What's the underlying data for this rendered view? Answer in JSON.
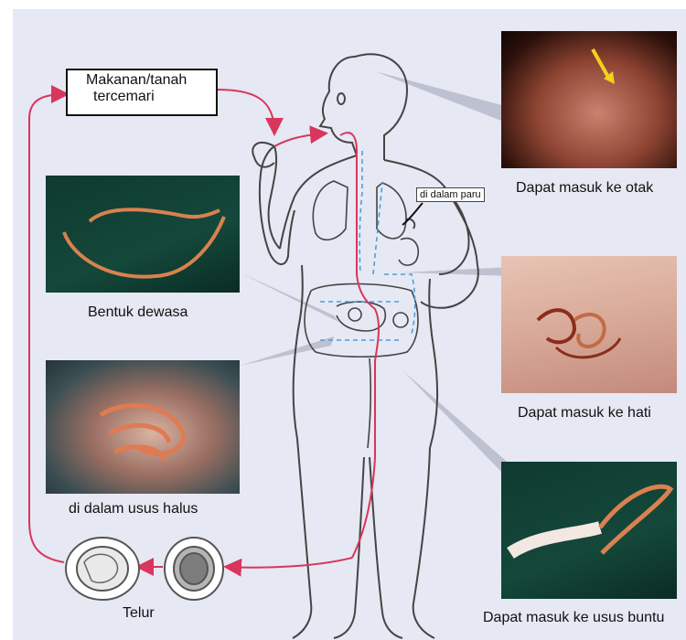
{
  "labels": {
    "food_box_line1": "Makanan/tanah",
    "food_box_line2": "tercemari",
    "lung_tag": "di dalam paru",
    "brain_caption": "Dapat masuk ke otak",
    "adult_caption": "Bentuk dewasa",
    "liver_caption": "Dapat masuk ke hati",
    "intestine_caption": "di dalam usus halus",
    "eggs_caption": "Telur",
    "appendix_caption": "Dapat masuk ke usus buntu"
  },
  "colors": {
    "panel": "#e6e8f3",
    "arrow": "#d8365c",
    "connector": "#b9bccd",
    "blue_path": "#4aa0dc",
    "outline": "#444444"
  }
}
